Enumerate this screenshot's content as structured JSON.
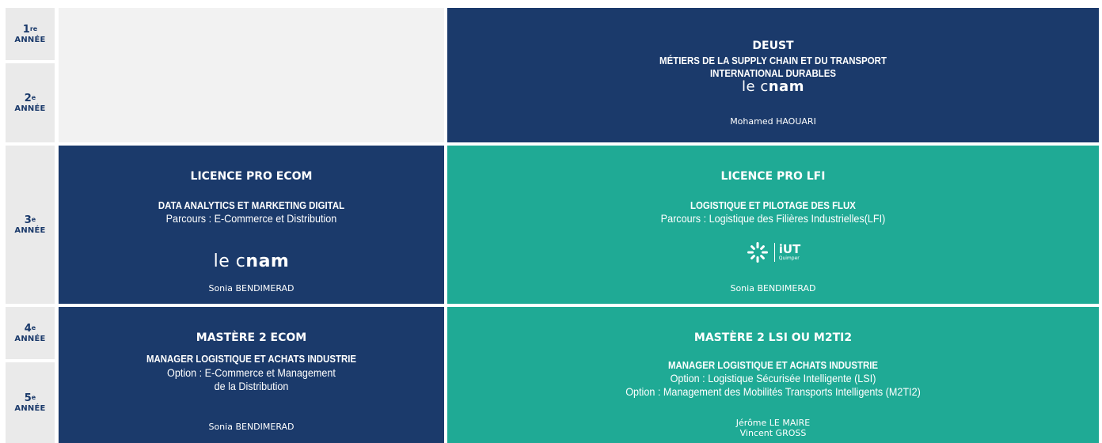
{
  "years": [
    {
      "num": "1",
      "sup": "re",
      "label": "ANNÉE"
    },
    {
      "num": "2",
      "sup": "e",
      "label": "ANNÉE"
    },
    {
      "num": "3",
      "sup": "e",
      "label": "ANNÉE"
    },
    {
      "num": "4",
      "sup": "e",
      "label": "ANNÉE"
    },
    {
      "num": "5",
      "sup": "e",
      "label": "ANNÉE"
    }
  ],
  "deust": {
    "title": "DEUST",
    "subtitle_1": "MÉTIERS DE LA SUPPLY CHAIN ET DU TRANSPORT",
    "subtitle_2": "INTERNATIONAL DURABLES",
    "logo_part1": "le c",
    "logo_part2": "nam",
    "person": "Mohamed HAOUARI"
  },
  "licence_ecom": {
    "title": "LICENCE PRO ECOM",
    "subtitle": "DATA ANALYTICS ET MARKETING DIGITAL",
    "option": "Parcours : E-Commerce et Distribution",
    "logo_part1": "le c",
    "logo_part2": "nam",
    "person": "Sonia BENDIMERAD"
  },
  "licence_lfi": {
    "title": "LICENCE PRO LFI",
    "subtitle": "LOGISTIQUE ET PILOTAGE DES FLUX",
    "option": "Parcours : Logistique des Filières Industrielles(LFI)",
    "logo_main": "iUT",
    "logo_sub": "Quimper",
    "person": "Sonia BENDIMERAD"
  },
  "mastere_ecom": {
    "title": "MASTÈRE 2 ECOM",
    "subtitle": "MANAGER LOGISTIQUE ET ACHATS INDUSTRIE",
    "option_1": "Option : E-Commerce et Management",
    "option_2": "de la Distribution",
    "person": "Sonia BENDIMERAD"
  },
  "mastere_lsi": {
    "title": "MASTÈRE 2 LSI OU M2TI2",
    "subtitle": "MANAGER LOGISTIQUE ET ACHATS INDUSTRIE",
    "option_1": "Option : Logistique Sécurisée Intelligente (LSI)",
    "option_2": "Option : Management des Mobilités Transports Intelligents (M2TI2)",
    "person_1": "Jérôme LE MAIRE",
    "person_2": "Vincent GROSS"
  },
  "colors": {
    "navy": "#1b3a6b",
    "teal": "#1faa95",
    "grey": "#f2f2f2"
  }
}
